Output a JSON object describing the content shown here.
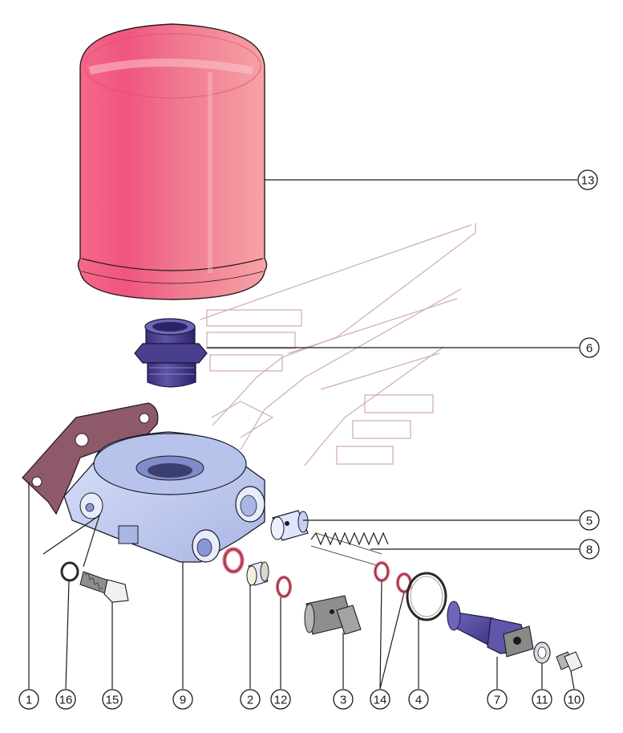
{
  "figure": {
    "callouts": [
      {
        "id": "1",
        "label": "1"
      },
      {
        "id": "2",
        "label": "2"
      },
      {
        "id": "3",
        "label": "3"
      },
      {
        "id": "4",
        "label": "4"
      },
      {
        "id": "5",
        "label": "5"
      },
      {
        "id": "6",
        "label": "6"
      },
      {
        "id": "7",
        "label": "7"
      },
      {
        "id": "8",
        "label": "8"
      },
      {
        "id": "9",
        "label": "9"
      },
      {
        "id": "10",
        "label": "10"
      },
      {
        "id": "11",
        "label": "11"
      },
      {
        "id": "12",
        "label": "12"
      },
      {
        "id": "13",
        "label": "13"
      },
      {
        "id": "14",
        "label": "14"
      },
      {
        "id": "15",
        "label": "15"
      },
      {
        "id": "16",
        "label": "16"
      }
    ]
  },
  "colors": {
    "filter_canister": "#f0607e",
    "filter_highlight": "#f7a7b3",
    "adapter_nipple": "#4a3f8c",
    "housing": "#c5d0f2",
    "gasket": "#8e5a6a",
    "seal_ring": "#e2627a",
    "watermark": "#c9a3a8",
    "valve_body": "#5e56a8"
  }
}
